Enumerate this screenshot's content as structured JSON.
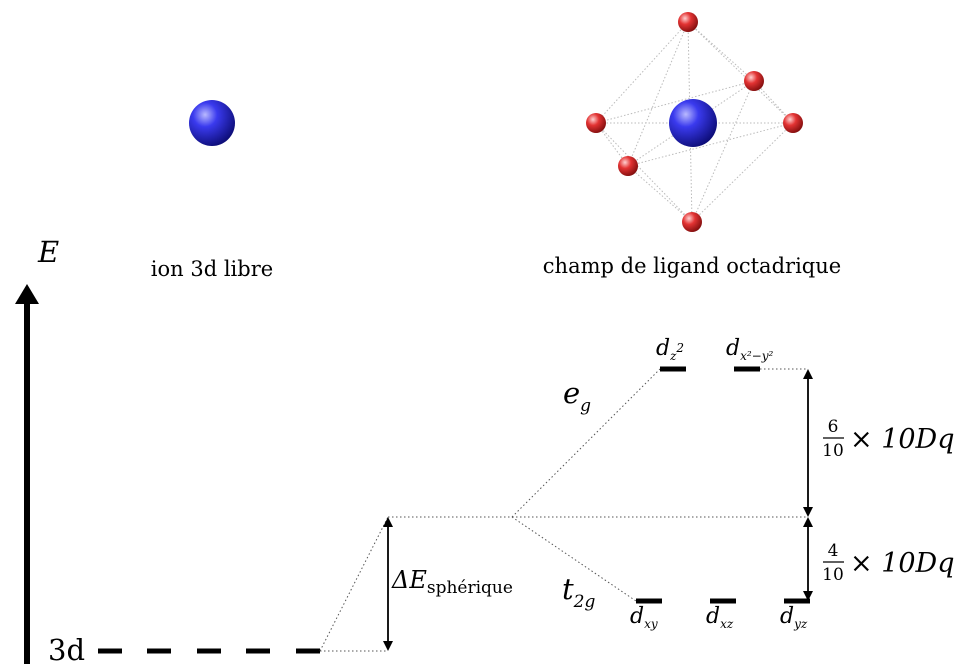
{
  "captions": {
    "free_ion": "ion 3d libre",
    "octahedral": "champ de ligand octadrique"
  },
  "axis": {
    "label": "E"
  },
  "levels": {
    "ground": {
      "base": "3d"
    },
    "spherical": {
      "delta": "ΔE",
      "subscript": "sphérique"
    },
    "eg": {
      "base": "e",
      "subscript": "g"
    },
    "t2g": {
      "base": "t",
      "subscript": "2g"
    },
    "orbitals_eg": [
      {
        "base": "d",
        "sub": "z",
        "sup": "2"
      },
      {
        "base": "d",
        "sub": "x²−y²"
      }
    ],
    "orbitals_t2g": [
      {
        "base": "d",
        "sub": "xy"
      },
      {
        "base": "d",
        "sub": "xz"
      },
      {
        "base": "d",
        "sub": "yz"
      }
    ]
  },
  "splittings": {
    "upper": {
      "num": "6",
      "den": "10",
      "text": "× 10Dq"
    },
    "lower": {
      "num": "4",
      "den": "10",
      "text": "× 10Dq"
    }
  },
  "colors": {
    "metal": "#1c1ccf",
    "ligand": "#e02a2a",
    "lines": "#000000"
  }
}
